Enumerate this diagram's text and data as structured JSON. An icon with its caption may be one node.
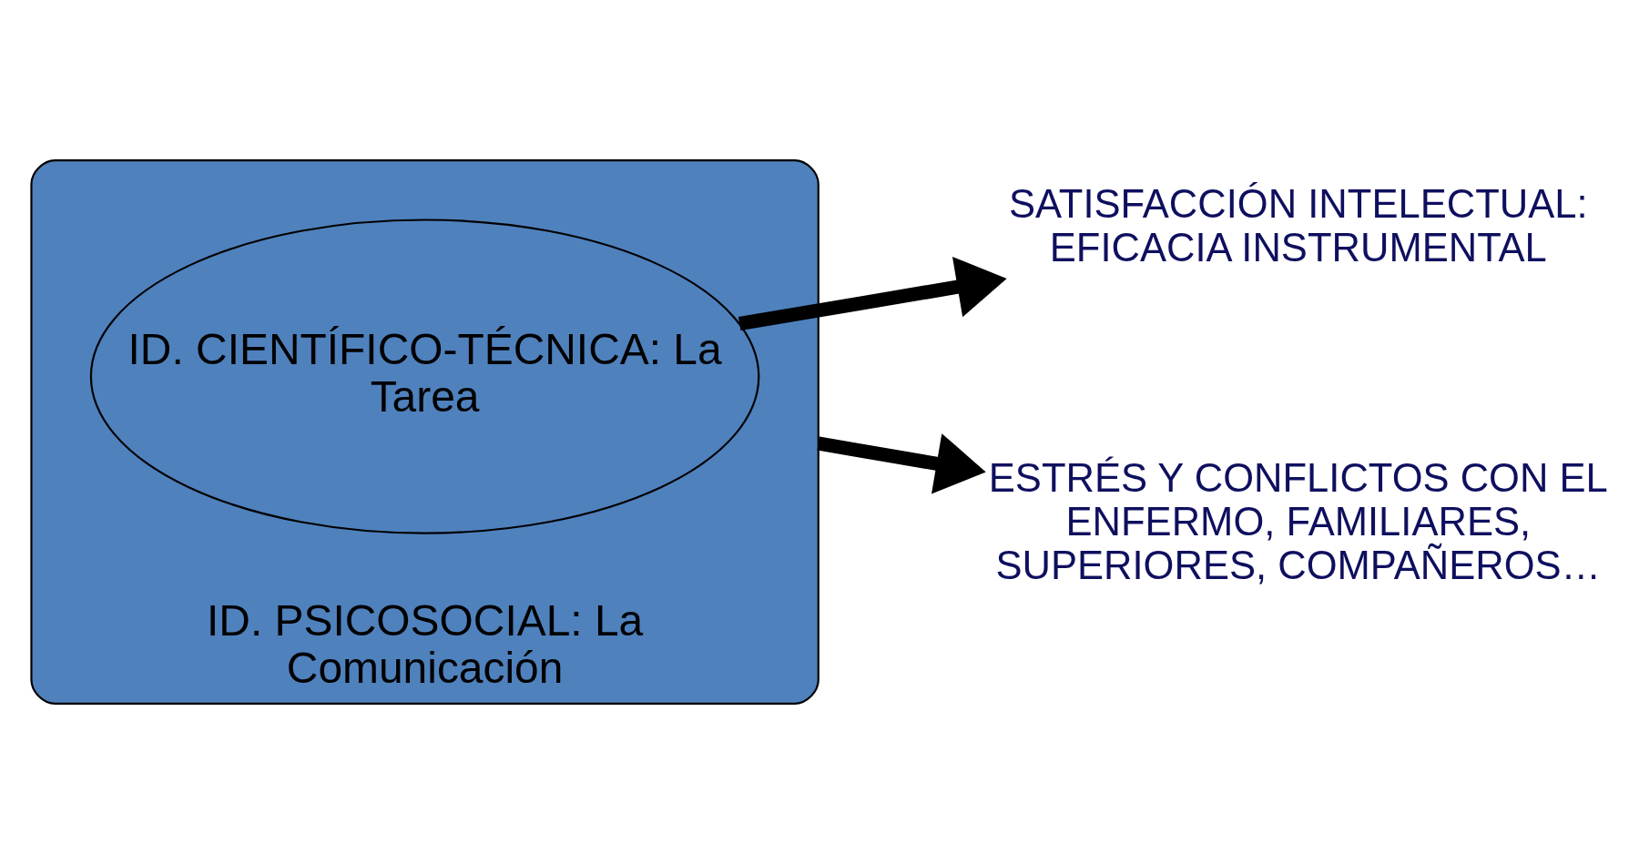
{
  "diagram": {
    "nodes": [
      {
        "text": [
          "ID. PSICOSOCIAL: La Comunicación"
        ]
      },
      {
        "text": [
          "ID. CIENTÍFICO-TÉCNICA: La Tarea"
        ],
        "in": 0
      },
      {
        "text": [
          "SATISFACCIÓN INTELECTUAL: EFICACIA INSTRUMENTAL"
        ]
      },
      {
        "text": [
          "ESTRÉS Y CONFLICTOS CON EL ENFERMO, FAMILIARES, SUPERIORES, COMPAÑEROS…"
        ]
      }
    ],
    "edges": [
      {
        "from": 1,
        "to": 2,
        "arrow": "to"
      },
      {
        "from": 0,
        "to": 3,
        "arrow": "to"
      }
    ]
  }
}
